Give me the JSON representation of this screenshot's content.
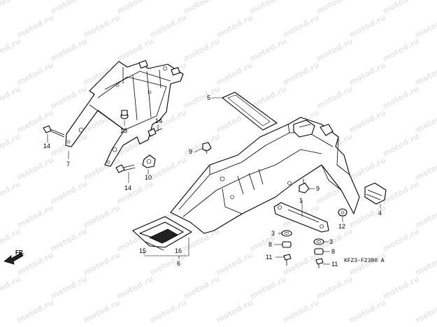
{
  "watermark": {
    "text": "motod.ru"
  },
  "diagram_code": "KFZ3-F2300 A",
  "direction_label": "FR.",
  "callouts": [
    {
      "id": "c1",
      "label": "1"
    },
    {
      "id": "c3a",
      "label": "3"
    },
    {
      "id": "c3b",
      "label": "3"
    },
    {
      "id": "c4",
      "label": "4"
    },
    {
      "id": "c5",
      "label": "5"
    },
    {
      "id": "c6",
      "label": "6"
    },
    {
      "id": "c7",
      "label": "7"
    },
    {
      "id": "c8a",
      "label": "8"
    },
    {
      "id": "c8b",
      "label": "8"
    },
    {
      "id": "c9a",
      "label": "9"
    },
    {
      "id": "c9b",
      "label": "9"
    },
    {
      "id": "c10",
      "label": "10"
    },
    {
      "id": "c11a",
      "label": "11"
    },
    {
      "id": "c11b",
      "label": "11"
    },
    {
      "id": "c12",
      "label": "12"
    },
    {
      "id": "c13",
      "label": "13"
    },
    {
      "id": "c14a",
      "label": "14"
    },
    {
      "id": "c14b",
      "label": "14"
    },
    {
      "id": "c14c",
      "label": "14"
    },
    {
      "id": "c15",
      "label": "15"
    },
    {
      "id": "c16",
      "label": "16"
    }
  ]
}
